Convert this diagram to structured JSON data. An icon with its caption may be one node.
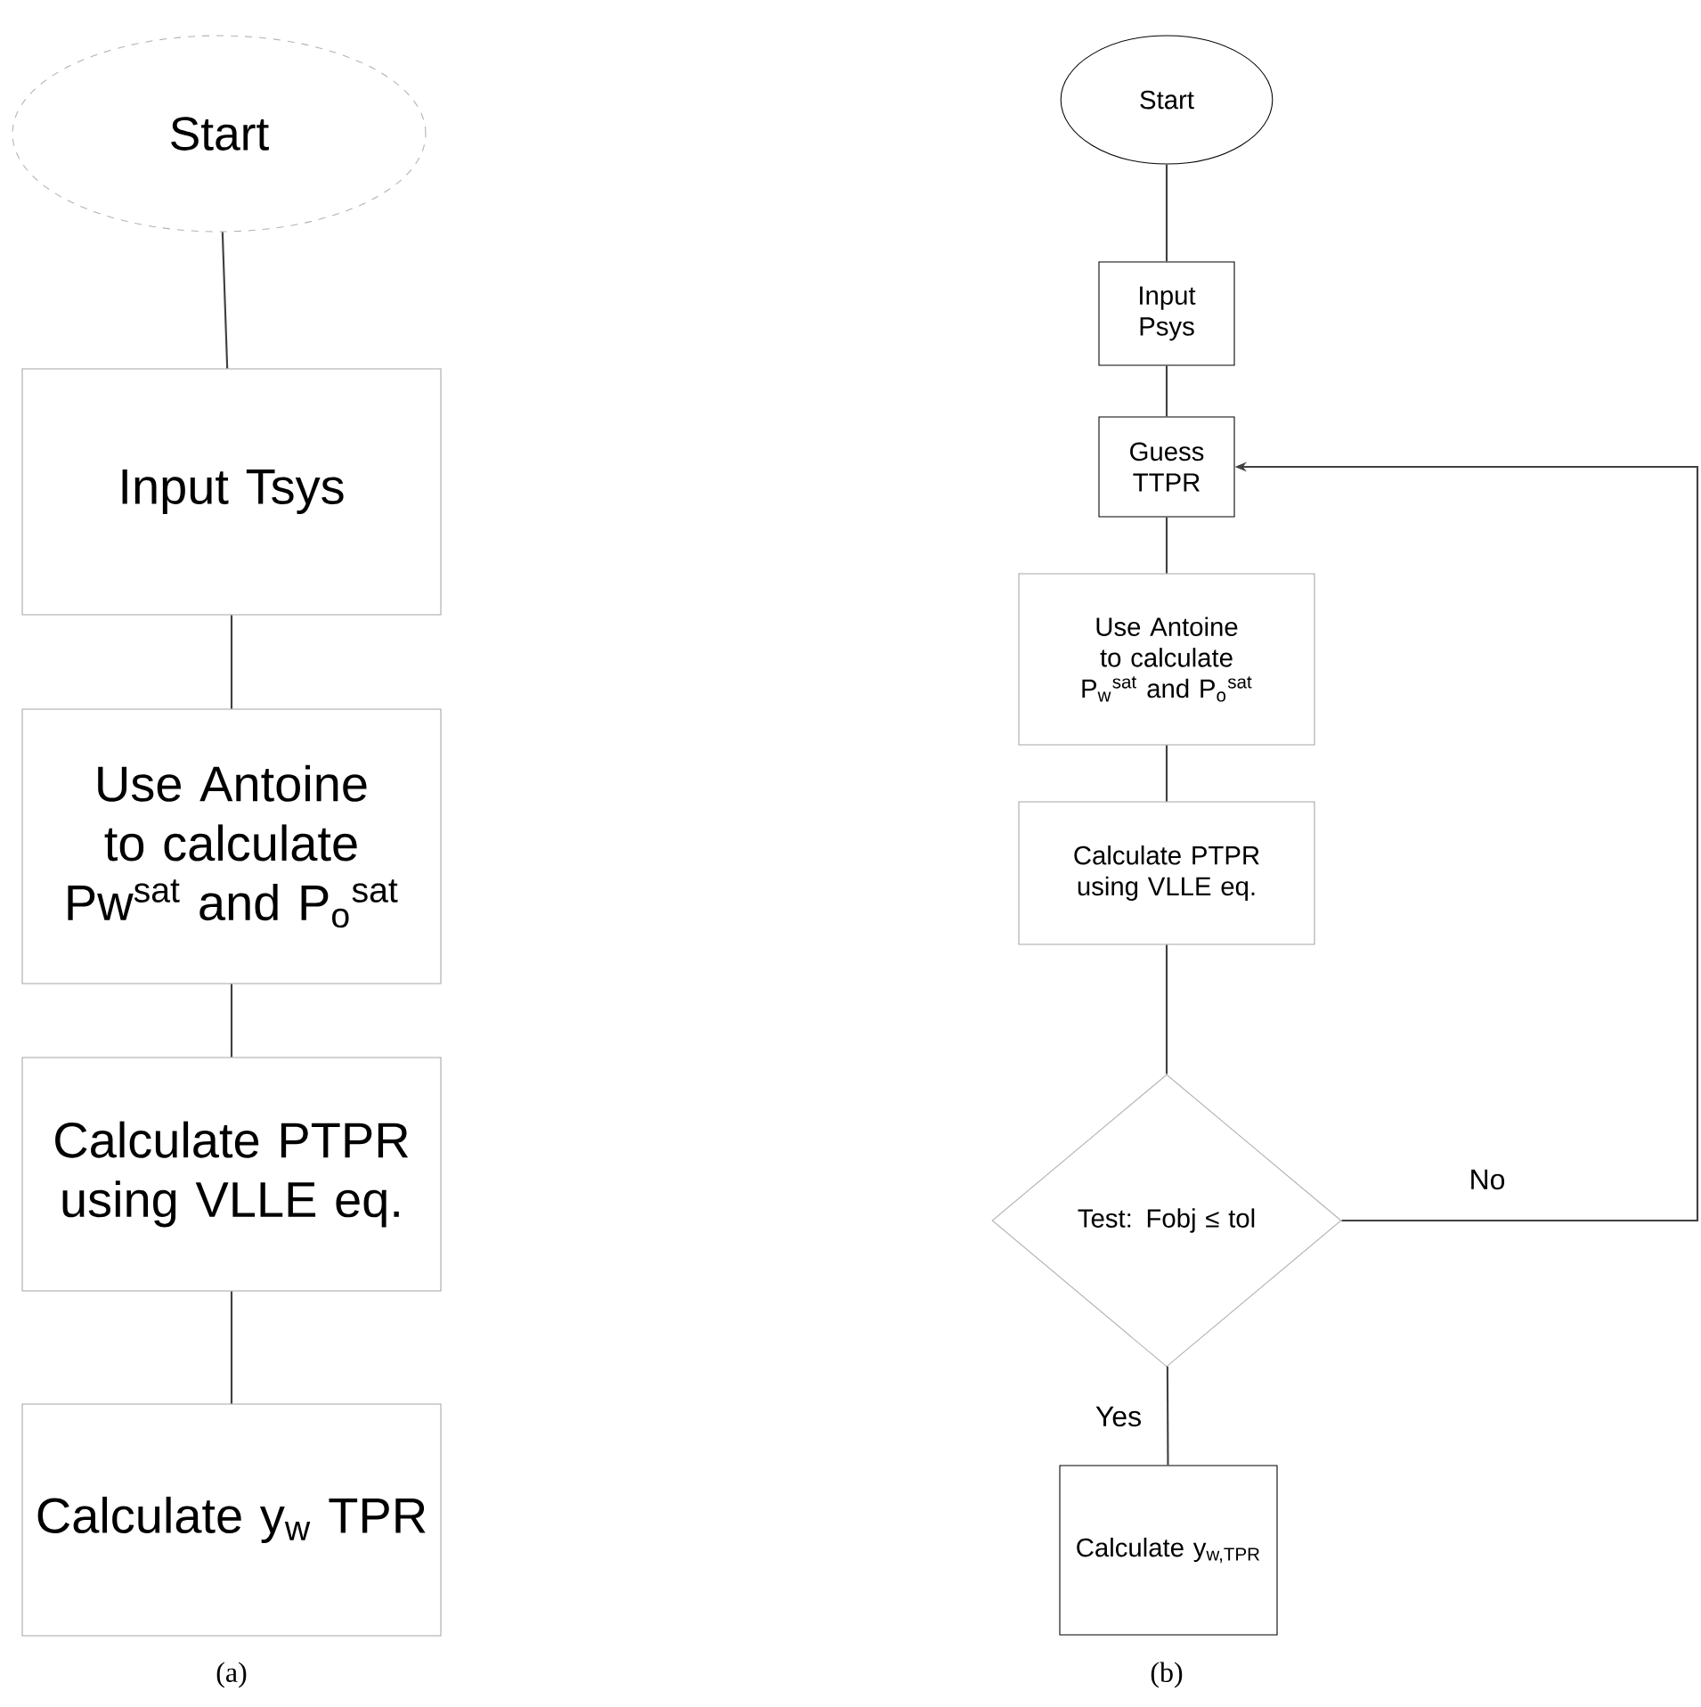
{
  "diagram": {
    "nodes": [
      {
        "text": [
          "Start"
        ]
      },
      {
        "text": [
          "Input Tsys"
        ]
      },
      {
        "text": [
          "Use Antoine to calculate Pw$^{sat}$ and P$_{o}$$^{sat}$"
        ]
      },
      {
        "text": [
          "Calculate PTPR using VLLE eq."
        ]
      },
      {
        "text": [
          "Calculate y$_{w}$ TPR"
        ]
      },
      {
        "text": [
          "Start"
        ]
      },
      {
        "text": [
          "Input Psys"
        ]
      },
      {
        "text": [
          "Guess TTPR"
        ]
      },
      {
        "text": [
          "Use Antoine to calculate P$_{w}$$^{sat}$ and P$_{o}$$^{sat}$"
        ]
      },
      {
        "text": [
          "Calculate PTPR using VLLE eq."
        ]
      },
      {
        "text": [
          "Test: Fobj ≤  tol"
        ]
      },
      {
        "text": [
          "Calculate y$_{w,TPR}$"
        ]
      }
    ],
    "edges": [
      {
        "from": 0,
        "to": 1,
        "arrow": "none"
      },
      {
        "from": 1,
        "to": 2,
        "arrow": "none"
      },
      {
        "from": 2,
        "to": 3,
        "arrow": "none"
      },
      {
        "from": 3,
        "to": 4,
        "arrow": "none"
      },
      {
        "from": 5,
        "to": 6,
        "arrow": "none"
      },
      {
        "from": 6,
        "to": 7,
        "arrow": "none"
      },
      {
        "from": 7,
        "to": 8,
        "arrow": "none"
      },
      {
        "from": 8,
        "to": 9,
        "arrow": "none"
      },
      {
        "from": 9,
        "to": 10,
        "arrow": "none"
      },
      {
        "from": 10,
        "to": 11,
        "arrow": "none",
        "label": "Yes"
      },
      {
        "from": 10,
        "to": 7,
        "arrow": "to",
        "label": "No"
      }
    ],
    "labels": [
      "(a)",
      "(b)"
    ]
  }
}
